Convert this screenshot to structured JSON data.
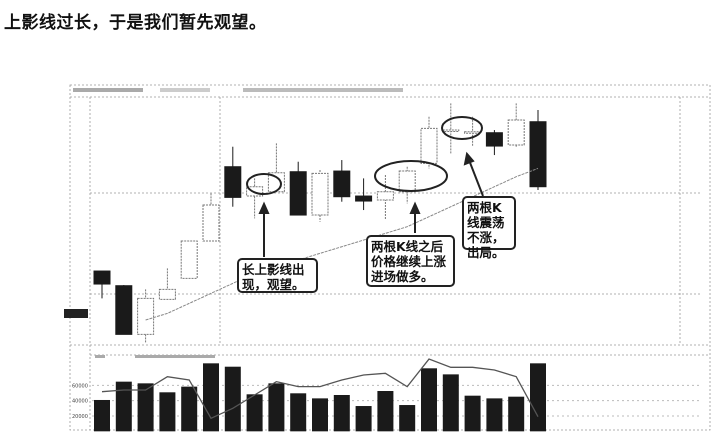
{
  "caption": "上影线过长，于是我们暂先观望。",
  "annotations": [
    {
      "text": "长上影线出现，观望。"
    },
    {
      "text": "两根K线之后价格继续上涨进场做多。"
    },
    {
      "text": "两根K线震荡不涨，出局。"
    }
  ],
  "colors": {
    "bear": "#1a1a1a",
    "bull_outline": "#777777",
    "ma": "#888888",
    "ink": "#222222"
  },
  "chart_data": [
    {
      "type": "candlestick",
      "candles": [
        {
          "o": 25.7,
          "h": 25.7,
          "l": 17.5,
          "c": 21.8
        },
        {
          "o": 21.3,
          "h": 21.5,
          "l": 6.7,
          "c": 6.7
        },
        {
          "o": 6.7,
          "h": 20.2,
          "l": 4.0,
          "c": 17.5
        },
        {
          "o": 17.2,
          "h": 26.5,
          "l": 17.2,
          "c": 20.2
        },
        {
          "o": 23.5,
          "h": 34.7,
          "l": 23.5,
          "c": 34.7
        },
        {
          "o": 34.7,
          "h": 49,
          "l": 34.7,
          "c": 45.5
        },
        {
          "o": 57,
          "h": 63,
          "l": 45,
          "c": 47.8
        },
        {
          "o": 48.2,
          "h": 53.5,
          "l": 41.5,
          "c": 51
        },
        {
          "o": 49.5,
          "h": 64,
          "l": 49.5,
          "c": 55.2
        },
        {
          "o": 55.5,
          "h": 58.5,
          "l": 42.5,
          "c": 42.5
        },
        {
          "o": 42.5,
          "h": 56,
          "l": 40.5,
          "c": 55
        },
        {
          "o": 55.7,
          "h": 59,
          "l": 46.5,
          "c": 48
        },
        {
          "o": 48.2,
          "h": 53.5,
          "l": 44,
          "c": 46.7
        },
        {
          "o": 47,
          "h": 54.5,
          "l": 41,
          "c": 49.5
        },
        {
          "o": 49.5,
          "h": 57,
          "l": 46,
          "c": 55.7
        },
        {
          "o": 58,
          "h": 72,
          "l": 56.5,
          "c": 68.5
        },
        {
          "o": 68,
          "h": 76,
          "l": 61,
          "c": 68
        },
        {
          "o": 67.5,
          "h": 72,
          "l": 63,
          "c": 67.5
        },
        {
          "o": 67.2,
          "h": 68,
          "l": 60.5,
          "c": 63.2
        },
        {
          "o": 63.5,
          "h": 76,
          "l": 63,
          "c": 71
        },
        {
          "o": 70.5,
          "h": 74,
          "l": 50,
          "c": 51
        }
      ],
      "ma": [
        null,
        null,
        11,
        13,
        16,
        19,
        22,
        25,
        27,
        29,
        31,
        33,
        35,
        37,
        39,
        42,
        45,
        48,
        51,
        54,
        56.5
      ],
      "highlighted_candles": [
        [
          8,
          9
        ],
        [
          14,
          15
        ],
        [
          17,
          18
        ]
      ]
    },
    {
      "type": "bar",
      "yticks": [
        "60000",
        "40000",
        "20000"
      ],
      "values": [
        40900,
        64800,
        62600,
        50900,
        58300,
        88700,
        84300,
        48300,
        62600,
        49600,
        43000,
        47400,
        33000,
        52600,
        34300,
        82200,
        74300,
        46500,
        43000,
        45200,
        88700
      ],
      "ma": [
        51700,
        53900,
        53900,
        71300,
        67000,
        17000,
        30000,
        47400,
        64800,
        58300,
        58300,
        67000,
        73500,
        75700,
        58300,
        94300,
        83500,
        83500,
        80000,
        71300,
        19100
      ]
    }
  ]
}
